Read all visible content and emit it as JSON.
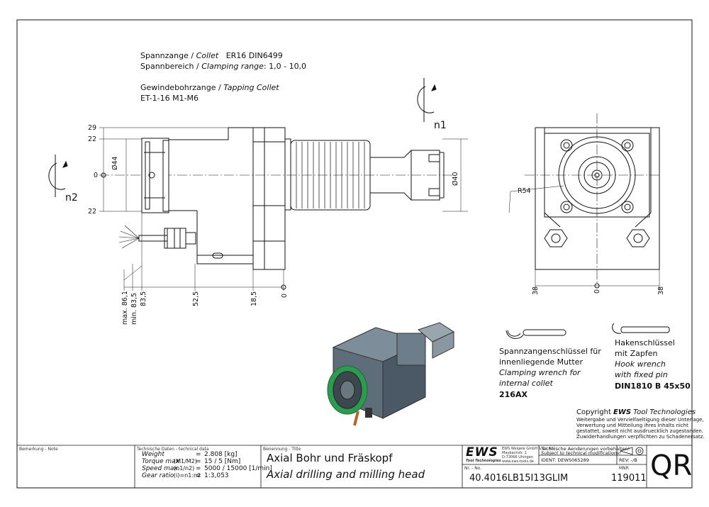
{
  "spec": {
    "collet_de": "Spannzange / ",
    "collet_en": "Collet",
    "collet_val": "ER16   DIN6499",
    "range_de": "Spannbereich / ",
    "range_en": "Clamping range",
    "range_val": ": 1,0 - 10,0",
    "tap_de": "Gewindebohrzange / ",
    "tap_en": "Tapping Collet",
    "tap_val": "ET-1-16   M1-M6"
  },
  "rotation": {
    "n1": "n1",
    "n2": "n2"
  },
  "dims": {
    "d29": "29",
    "d22a": "22",
    "d0": "0",
    "d22b": "22",
    "dia44": "Ø44",
    "dia40": "Ø40",
    "r54": "R54",
    "max861": "max. 86,1",
    "min835": "min. 83,5",
    "v835": "83,5",
    "v525": "52,5",
    "v185": "18,5",
    "v0": "0",
    "rv38a": "38",
    "rv0": "0",
    "rv38b": "38"
  },
  "wrench1": {
    "de1": "Spannzangenschlüssel für",
    "de2": "innenliegende Mutter",
    "en1": "Clamping wrench for",
    "en2": "internal collet",
    "code": "216AX"
  },
  "wrench2": {
    "de1": "Hakenschlüssel",
    "de2": "mit Zapfen",
    "en1": "Hook wrench",
    "en2": "with fixed pin",
    "code": "DIN1810 B 45x50"
  },
  "copyright": {
    "pre": "Copyright ",
    "brand": "EWS",
    "post": " Tool Technologies",
    "l1": "Weitergabe und Vervielfaeltigung dieser Unterlage,",
    "l2": "Verwertung und Mitteilung ihres Inhalts nicht",
    "l3": "gestattet, soweit nicht ausdruecklich zugestanden.",
    "l4": "Zuwiderhandlungen verpflichten zu Schadenersatz."
  },
  "titleblock": {
    "remark_label": "Bemerkung - Note",
    "techdata_label": "Technische Daten - technical data",
    "weight_label": "Weight",
    "weight_eq": "=",
    "weight_val": "2.808  [kg]",
    "torque_label": "Torque max.",
    "torque_sub": "(M1/M2)",
    "torque_eq": "=",
    "torque_val": "15 / 5  [Nm]",
    "speed_label": "Speed max.",
    "speed_sub": "(n1/n2)",
    "speed_eq": "=",
    "speed_val": "5000 / 15000  [1/min]",
    "gear_label": "Gear ratio",
    "gear_sub": "(i)=n1:n2",
    "gear_eq": "=",
    "gear_val": "1:3,053",
    "title_label": "Benennung - Title",
    "title_de": "Axial Bohr und Fräskopf",
    "title_en": "Axial drilling and milling head",
    "logo": "EWS",
    "logo_sub": "Tool Technologies",
    "company_l1": "EWS Weigele GmbH & Co. KG",
    "company_l2": "Maybachstr. 1",
    "company_l3": "D-73066 Uhingen",
    "company_l4": "www.ews-tools.de",
    "change_de": "Technische Aenderungen vorbehalten!",
    "change_en": "Subject to technical modifications!",
    "ident": "IDENT: DEWS065289",
    "rev": "REV: -/B",
    "nr_label": "Nr. - No.",
    "part_no": "40.4016LB15I13GLIM",
    "mnr_label": "MNR",
    "mnr": "119011",
    "qr": "QR"
  },
  "colors": {
    "line": "#111111",
    "body": "#5d6e7a",
    "green": "#2e9a4f",
    "copper": "#b5652e"
  }
}
